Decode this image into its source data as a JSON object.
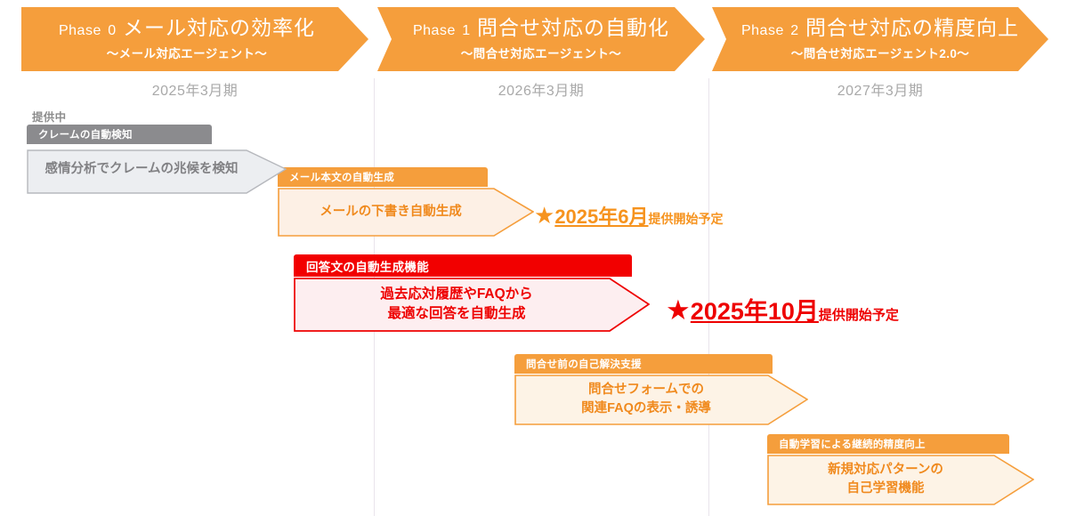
{
  "colors": {
    "orange": "#f59e3c",
    "orange_text": "#f08a1e",
    "red": "#f20000",
    "gray": "#8b8b8e",
    "period_gray": "#a9a9a9"
  },
  "phases": [
    {
      "label": "Phase",
      "number": "0",
      "title": "メール対応の効率化",
      "subtitle": "～メール対応エージェント～",
      "period": "2025年3月期"
    },
    {
      "label": "Phase",
      "number": "1",
      "title": "問合せ対応の自動化",
      "subtitle": "～問合せ対応エージェント～",
      "period": "2026年3月期"
    },
    {
      "label": "Phase",
      "number": "2",
      "title": "問合せ対応の精度向上",
      "subtitle": "～問合せ対応エージェント2.0～",
      "period": "2027年3月期"
    }
  ],
  "status_caption": "提供中",
  "cards": [
    {
      "head": "クレームの自動検知",
      "body_line1": "感情分析でクレームの兆候を検知",
      "body_line2": ""
    },
    {
      "head": "メール本文の自動生成",
      "body_line1": "メールの下書き自動生成",
      "body_line2": ""
    },
    {
      "head": "回答文の自動生成機能",
      "body_line1": "過去応対履歴やFAQから",
      "body_line2": "最適な回答を自動生成"
    },
    {
      "head": "問合せ前の自己解決支援",
      "body_line1": "問合せフォームでの",
      "body_line2": "関連FAQの表示・誘導"
    },
    {
      "head": "自動学習による継続的精度向上",
      "body_line1": "新規対応パターンの",
      "body_line2": "自己学習機能"
    }
  ],
  "annotations": [
    {
      "star": "★",
      "date": "2025年6月",
      "tail": "提供開始予定"
    },
    {
      "star": "★",
      "date": "2025年10月",
      "tail": "提供開始予定"
    }
  ]
}
